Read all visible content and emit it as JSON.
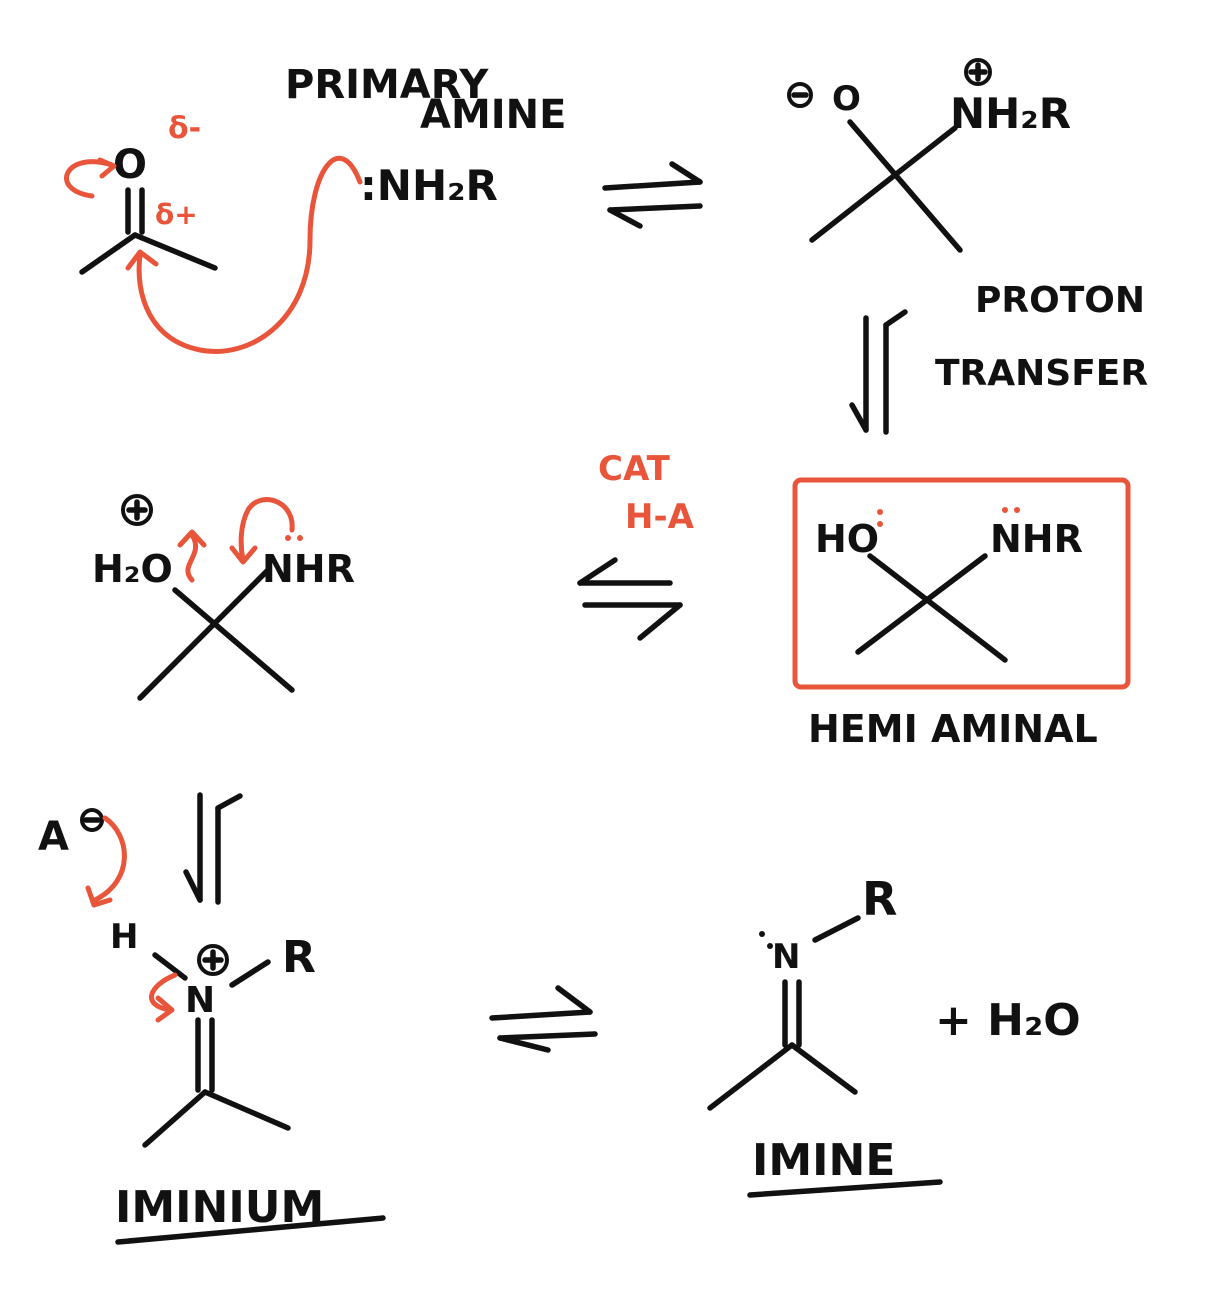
{
  "title": {
    "line1": "PRIMARY",
    "line2": "AMINE"
  },
  "reagent": {
    "amine": ":NH₂R"
  },
  "charges": {
    "delta_minus": "δ-",
    "delta_plus": "δ+",
    "plus": "+",
    "minus": "−"
  },
  "atoms": {
    "o": "O",
    "nh2r": "NH₂R",
    "ho": "HO",
    "nhr": "NHR",
    "h2o_leaving": "H₂O",
    "a": "A",
    "h": "H",
    "n": "N",
    "r": "R",
    "plus_water": "+ H₂O"
  },
  "step_labels": {
    "proton_line1": "PROTON",
    "proton_line2": "TRANSFER",
    "cat_line1": "CAT",
    "cat_line2": "H-A"
  },
  "names": {
    "hemiaminal": "HEMI AMINAL",
    "iminium": "IMINIUM",
    "imine": "IMINE"
  },
  "colors": {
    "ink": "#111111",
    "accent": "#e8553a"
  }
}
